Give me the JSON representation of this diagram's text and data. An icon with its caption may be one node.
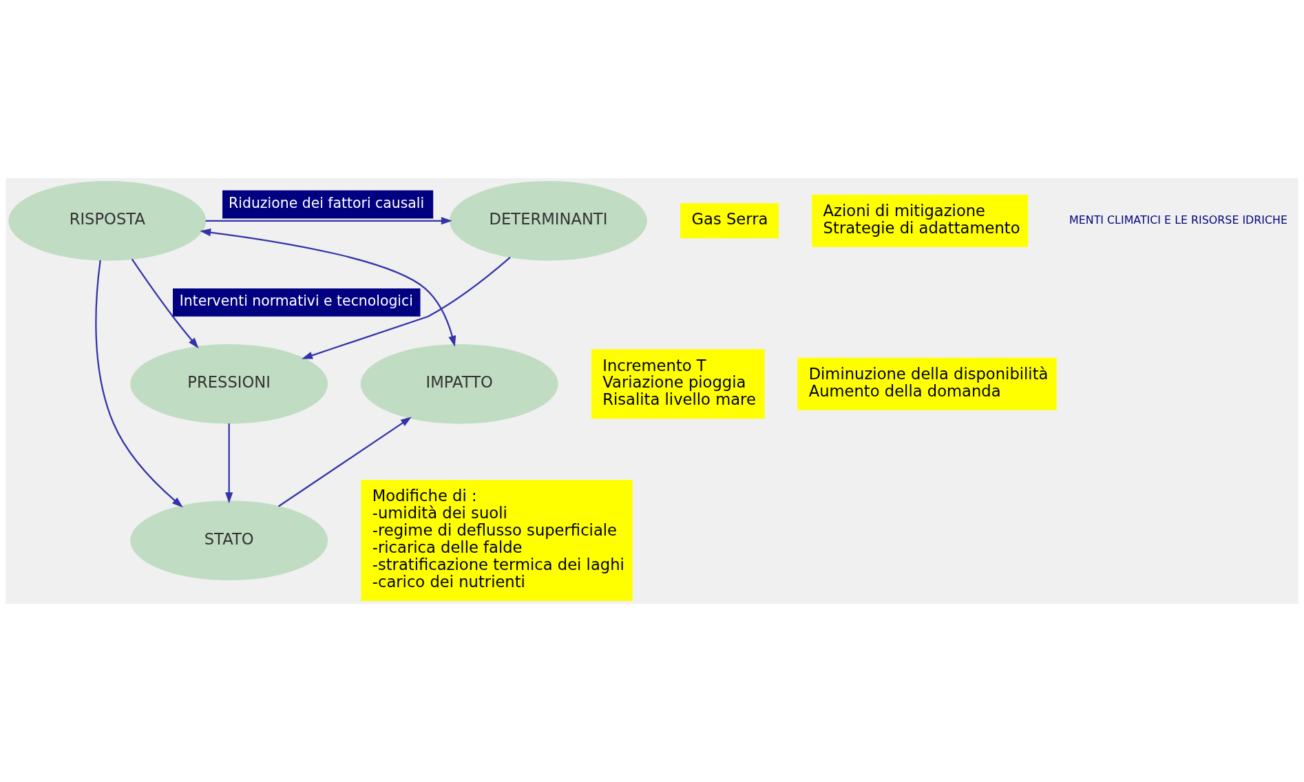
{
  "diagram": {
    "nodes": [
      {
        "text": [
          "DETERMINANTI"
        ]
      },
      {
        "text": [
          "RISPOSTA"
        ]
      },
      {
        "text": [
          "PRESSIONI"
        ]
      },
      {
        "text": [
          "IMPATTO"
        ]
      },
      {
        "text": [
          "STATO"
        ]
      },
      {
        "text": [
          "Gas Serra"
        ]
      },
      {
        "text": [
          "Azioni di mitigazione",
          "Strategie di adattamento"
        ]
      },
      {
        "text": [
          "Incremento T",
          "Variazione pioggia",
          "Risalita livello mare"
        ]
      },
      {
        "text": [
          "Diminuzione della disponibilità",
          "Aumento della domanda"
        ]
      },
      {
        "text": [
          "Modifiche di :",
          "-umidità dei suoli",
          "-regime di deflusso superficiale",
          "-ricarica delle falde",
          "-stratificazione termica dei laghi",
          "-carico dei nutrienti"
        ]
      }
    ],
    "edges": [
      {
        "from": 1,
        "to": 0,
        "arrow": "to",
        "label": "Riduzione dei fattori causali"
      },
      {
        "from": 0,
        "to": 2,
        "arrow": "to"
      },
      {
        "from": 1,
        "to": 2,
        "arrow": "to",
        "label": "Interventi normativi e tecnologici"
      },
      {
        "from": 1,
        "to": 4,
        "arrow": "to"
      },
      {
        "from": 1,
        "to": 3,
        "arrow": "both"
      },
      {
        "from": 2,
        "to": 4,
        "arrow": "to"
      },
      {
        "from": 4,
        "to": 3,
        "arrow": "to"
      }
    ],
    "labels": [
      "MENTI CLIMATICI E LE RISORSE IDRICHE"
    ]
  }
}
